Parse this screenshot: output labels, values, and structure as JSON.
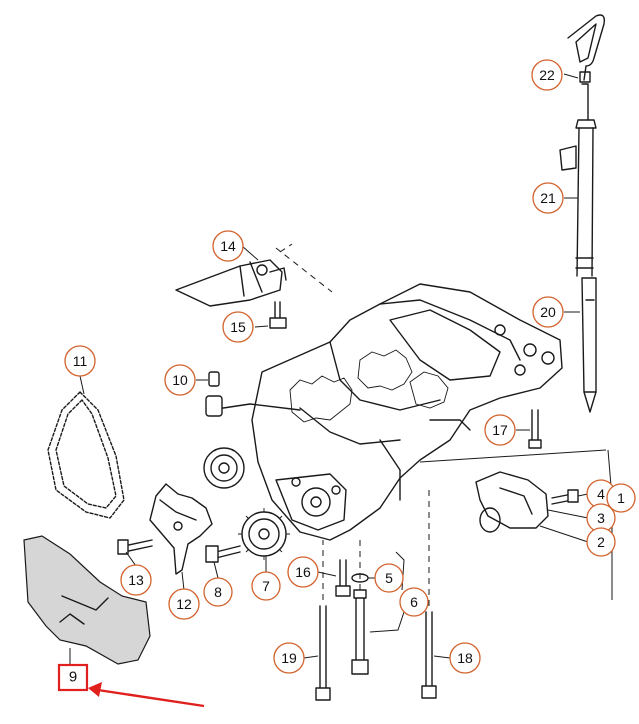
{
  "callouts": {
    "c1": "1",
    "c2": "2",
    "c3": "3",
    "c4": "4",
    "c5": "5",
    "c6": "6",
    "c7": "7",
    "c8": "8",
    "c10": "10",
    "c11": "11",
    "c12": "12",
    "c13": "13",
    "c14": "14",
    "c15": "15",
    "c16": "16",
    "c17": "17",
    "c18": "18",
    "c19": "19",
    "c20": "20",
    "c21": "21",
    "c22": "22"
  },
  "highlight": {
    "label": "9",
    "color": "#e0201c"
  },
  "colors": {
    "callout_ring": "#d2622c",
    "line": "#1a1a1a",
    "cover_fill": "#d6d6d6"
  }
}
